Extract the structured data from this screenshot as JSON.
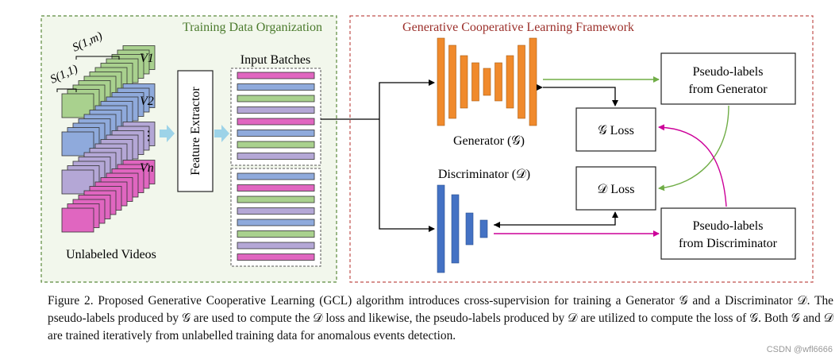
{
  "panels": {
    "left_title": "Training Data Organization",
    "right_title": "Generative Cooperative Learning Framework"
  },
  "videos": {
    "labels": [
      "V1",
      "V2",
      "⋮",
      "Vn"
    ],
    "segment_first": "S(1,1)",
    "segment_last": "S(1,m)",
    "caption": "Unlabeled Videos",
    "colors": [
      "#a9d18e",
      "#8faadc",
      "#b4a7d6",
      "#e066c0"
    ]
  },
  "feature_extractor": "Feature Extractor",
  "input_batches": {
    "title": "Input Batches",
    "batch1_colors": [
      "#e066c0",
      "#8faadc",
      "#a9d18e",
      "#b4a7d6",
      "#e066c0",
      "#8faadc",
      "#a9d18e",
      "#b4a7d6"
    ],
    "batch2_colors": [
      "#8faadc",
      "#e066c0",
      "#a9d18e",
      "#b4a7d6",
      "#8faadc",
      "#a9d18e",
      "#b4a7d6",
      "#e066c0"
    ]
  },
  "generator": {
    "label": "Generator (𝒢)",
    "color": "#f08a2c"
  },
  "discriminator": {
    "label": "Discriminator (𝒟)",
    "color": "#4472c4"
  },
  "losses": {
    "g_loss": "𝒢 Loss",
    "d_loss": "𝒟 Loss"
  },
  "pseudo_gen": [
    "Pseudo-labels",
    "from Generator"
  ],
  "pseudo_disc": [
    "Pseudo-labels",
    "from Discriminator"
  ],
  "arrow_colors": {
    "green": "#70ad47",
    "magenta": "#cc0099",
    "black": "#000000"
  },
  "caption": "Figure 2. Proposed Generative Cooperative Learning (GCL) algorithm introduces cross-supervision for training a Generator 𝒢 and a Discriminator 𝒟. The pseudo-labels produced by 𝒢 are used to compute the 𝒟 loss and likewise, the pseudo-labels produced by 𝒟 are utilized to compute the loss of 𝒢. Both 𝒢 and 𝒟 are trained iteratively from unlabelled training data for anomalous events detection.",
  "watermark": "CSDN @wfl6666"
}
